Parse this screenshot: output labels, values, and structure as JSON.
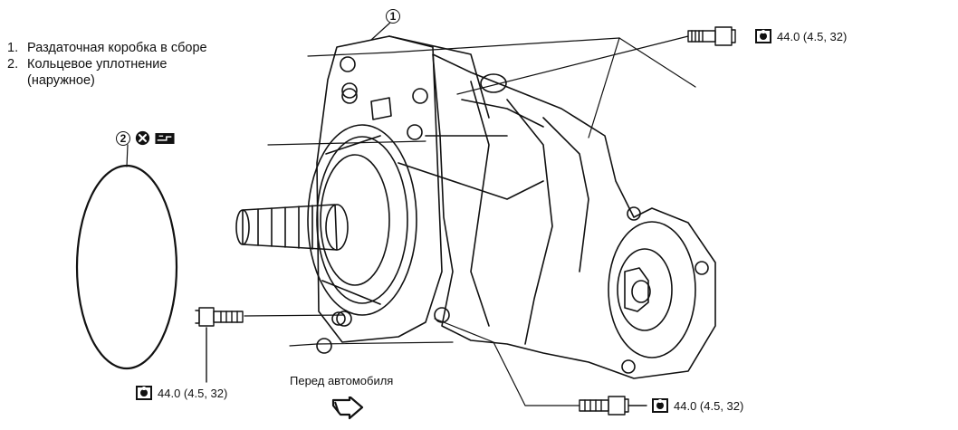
{
  "legend": {
    "items": [
      {
        "num": "1.",
        "text": "Раздаточная коробка в сборе"
      },
      {
        "num": "2.",
        "text": "Кольцевое уплотнение",
        "text2": "(наружное)"
      }
    ]
  },
  "callouts": {
    "part1": "1",
    "part2": "2"
  },
  "torque": {
    "top_right": "44.0 (4.5, 32)",
    "bottom_left": "44.0 (4.5, 32)",
    "bottom_right": "44.0 (4.5, 32)"
  },
  "front": {
    "label": "Перед автомобиля"
  },
  "icons": {
    "torque": "torque-wrench-icon",
    "replace": "do-not-reuse-icon",
    "grease": "apply-grease-icon",
    "front_arrow": "front-direction-arrow-icon"
  }
}
